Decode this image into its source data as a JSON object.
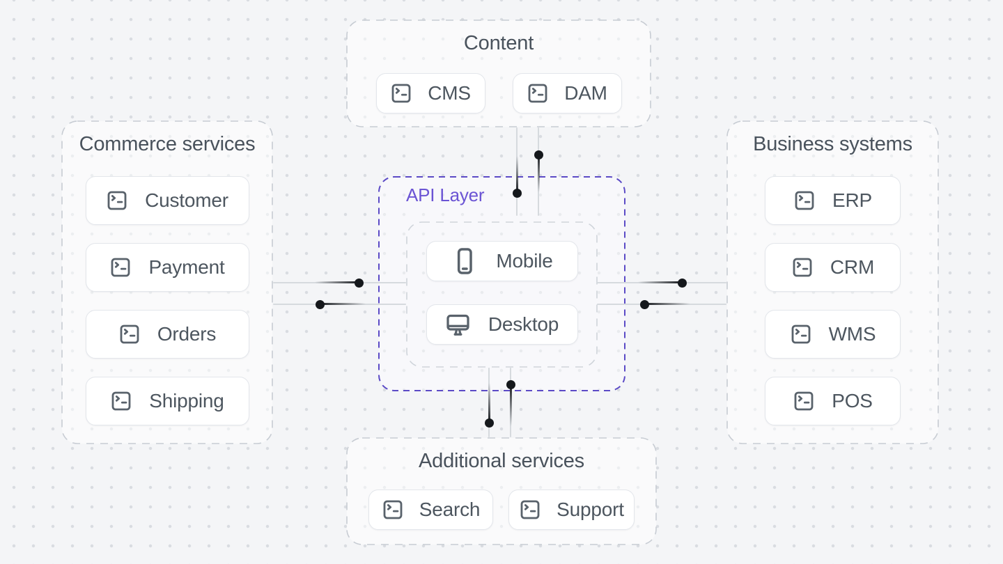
{
  "diagram": {
    "groups": {
      "content": {
        "title": "Content",
        "items": [
          {
            "label": "CMS",
            "icon": "square-terminal-icon"
          },
          {
            "label": "DAM",
            "icon": "square-terminal-icon"
          }
        ]
      },
      "commerce": {
        "title": "Commerce services",
        "items": [
          {
            "label": "Customer",
            "icon": "square-terminal-icon"
          },
          {
            "label": "Payment",
            "icon": "square-terminal-icon"
          },
          {
            "label": "Orders",
            "icon": "square-terminal-icon"
          },
          {
            "label": "Shipping",
            "icon": "square-terminal-icon"
          }
        ]
      },
      "business": {
        "title": "Business systems",
        "items": [
          {
            "label": "ERP",
            "icon": "square-terminal-icon"
          },
          {
            "label": "CRM",
            "icon": "square-terminal-icon"
          },
          {
            "label": "WMS",
            "icon": "square-terminal-icon"
          },
          {
            "label": "POS",
            "icon": "square-terminal-icon"
          }
        ]
      },
      "additional": {
        "title": "Additional services",
        "items": [
          {
            "label": "Search",
            "icon": "square-terminal-icon"
          },
          {
            "label": "Support",
            "icon": "square-terminal-icon"
          }
        ]
      },
      "api": {
        "title": "API Layer",
        "items": [
          {
            "label": "Mobile",
            "icon": "smartphone-icon"
          },
          {
            "label": "Desktop",
            "icon": "monitor-icon"
          }
        ]
      }
    },
    "connections": [
      {
        "from": "content",
        "to": "api-layer"
      },
      {
        "from": "api-layer",
        "to": "content"
      },
      {
        "from": "commerce-services",
        "to": "api-layer"
      },
      {
        "from": "api-layer",
        "to": "commerce-services"
      },
      {
        "from": "business-systems",
        "to": "api-layer"
      },
      {
        "from": "api-layer",
        "to": "business-systems"
      },
      {
        "from": "additional-services",
        "to": "api-layer"
      },
      {
        "from": "api-layer",
        "to": "additional-services"
      }
    ],
    "colors": {
      "background": "#f4f5f7",
      "grid_dot": "#d9dce1",
      "group_border": "#c7ccd3",
      "accent_violet_border": "#5b4ac6",
      "accent_violet_text": "#6b54d4",
      "chip_background": "#ffffff",
      "chip_border": "#e3e6eb",
      "text": "#4d565f",
      "connector_line": "#d6dade",
      "pulse": "#15181c"
    }
  }
}
